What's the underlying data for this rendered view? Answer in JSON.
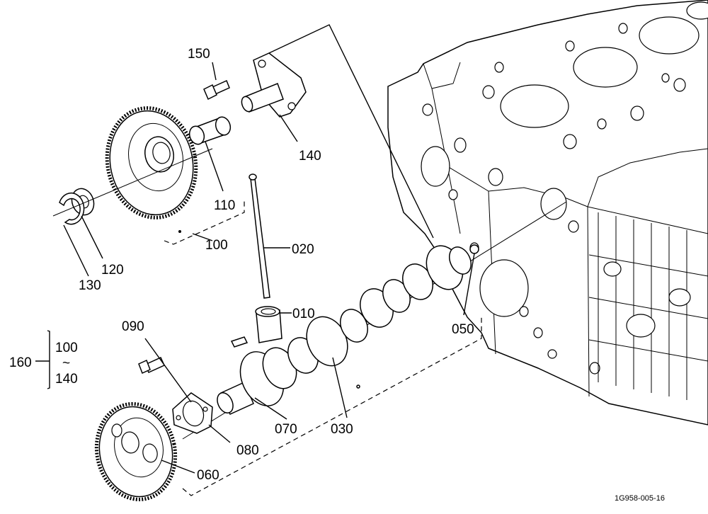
{
  "figure_code": "1G958-005-16",
  "parts": {
    "p020": "020",
    "p010": "010",
    "p050": "050",
    "p070": "070",
    "p030": "030",
    "p080": "080",
    "p060": "060",
    "p090": "090",
    "p100": "100",
    "p110": "110",
    "p120": "120",
    "p130": "130",
    "p140": "140",
    "p150": "150"
  },
  "set_group": {
    "number": "160",
    "range_from": "100",
    "range_to": "140",
    "range_mark": "~"
  }
}
